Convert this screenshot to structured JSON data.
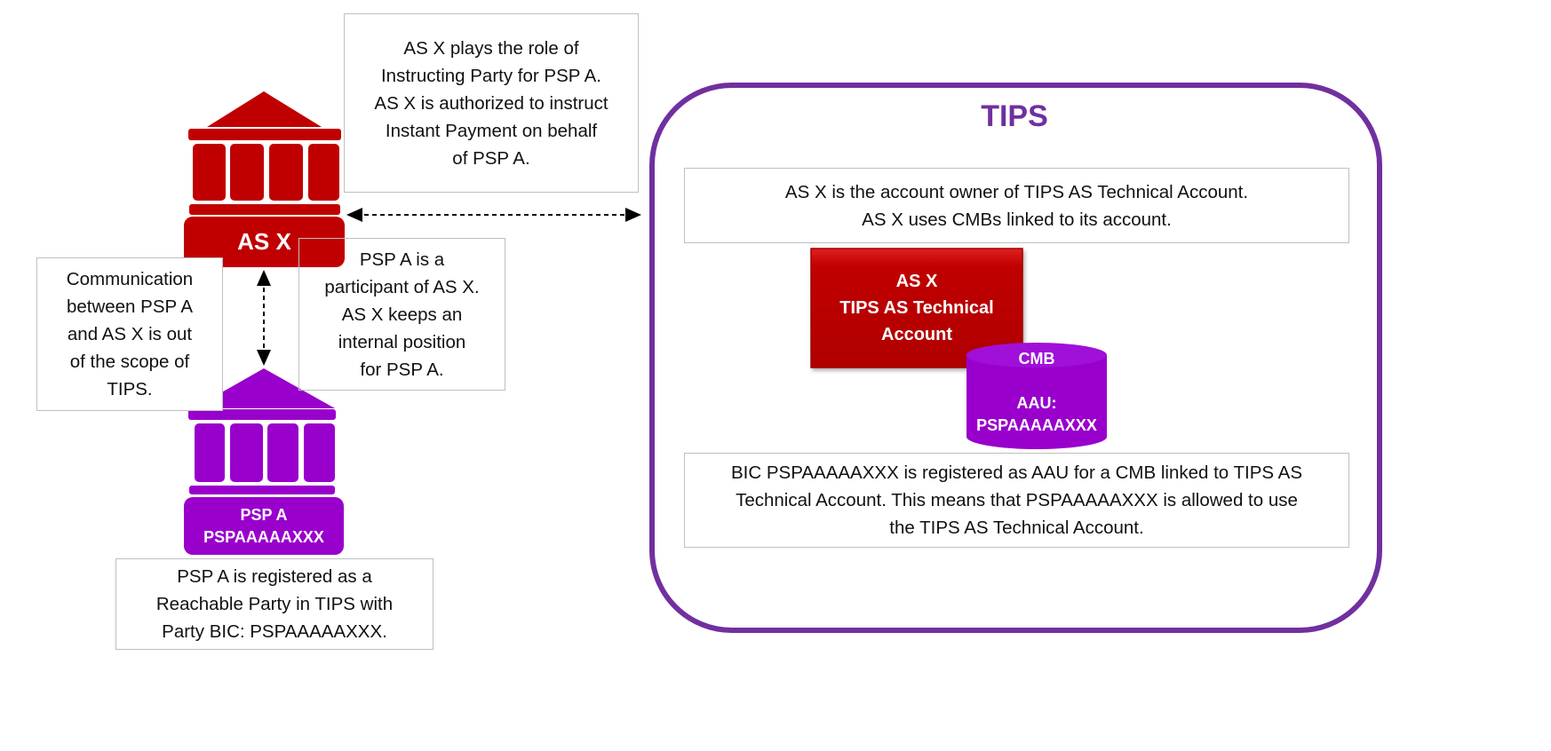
{
  "colors": {
    "as_red": "#c00000",
    "psp_purple": "#9900cc",
    "tips_border": "#7030a0"
  },
  "as_x": {
    "label": "AS X"
  },
  "psp_a": {
    "lines": [
      "PSP A",
      "PSPAAAAAXXX"
    ]
  },
  "notes": {
    "instructing": [
      "AS X plays the role of",
      "Instructing Party for PSP A.",
      "AS X is authorized to instruct",
      "Instant Payment on behalf",
      "of PSP A."
    ],
    "communication": [
      "Communication",
      "between PSP A",
      "and AS X is out",
      "of the scope of",
      "TIPS."
    ],
    "participant": [
      "PSP A is a",
      "participant of AS X.",
      "AS X keeps an",
      "internal position",
      "for PSP A."
    ],
    "reachable": [
      "PSP A is registered as a",
      "Reachable Party in TIPS with",
      "Party BIC: PSPAAAAAXXX."
    ]
  },
  "tips": {
    "title": "TIPS",
    "owner_note": [
      "AS X is the account owner of TIPS AS Technical Account.",
      "AS X uses CMBs linked to its account."
    ],
    "account": [
      "AS X",
      "TIPS AS Technical",
      "Account"
    ],
    "cmb": {
      "title": "CMB",
      "aau_label": "AAU:",
      "aau_value": "PSPAAAAAXXX"
    },
    "aau_note": [
      "BIC PSPAAAAAXXX is registered as AAU for a CMB linked to TIPS AS",
      "Technical Account. This means that PSPAAAAAXXX is allowed to use",
      "the TIPS AS Technical Account."
    ]
  }
}
